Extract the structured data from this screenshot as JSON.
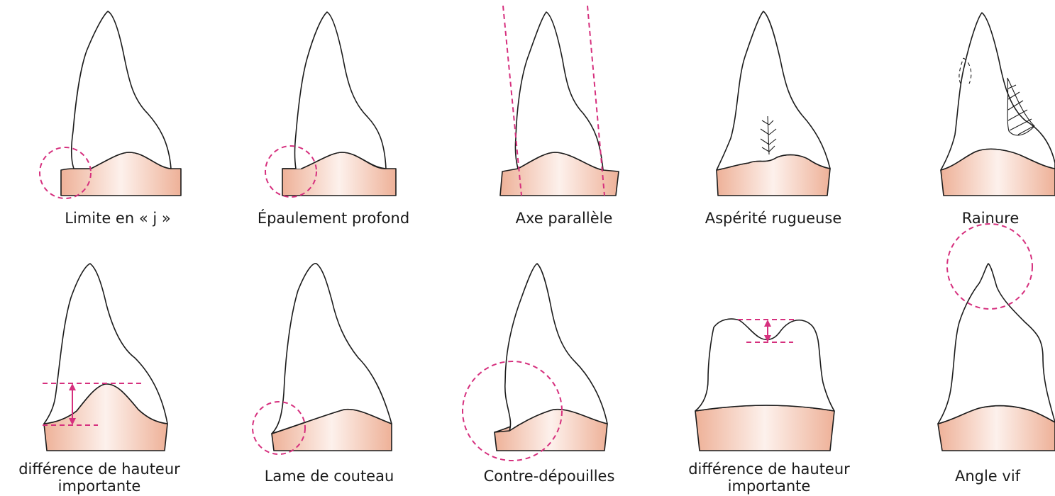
{
  "colors": {
    "marker": "#d6307e",
    "gum_light": "#fdf1ec",
    "gum_dark": "#eeb198",
    "outline": "#1c1c1c"
  },
  "row1": [
    {
      "id": "limite-j",
      "label": "Limite en « j »"
    },
    {
      "id": "epaulement-profond",
      "label": "Épaulement profond"
    },
    {
      "id": "axe-parallele",
      "label": "Axe parallèle"
    },
    {
      "id": "asperite-rugueuse",
      "label": "Aspérité rugueuse"
    },
    {
      "id": "rainure",
      "label": "Rainure"
    }
  ],
  "row2": [
    {
      "id": "difference-hauteur-1",
      "label_line1": "différence de hauteur",
      "label_line2": "importante"
    },
    {
      "id": "lame-de-couteau",
      "label": "Lame de couteau"
    },
    {
      "id": "contre-depouilles",
      "label": "Contre-dépouilles"
    },
    {
      "id": "difference-hauteur-2",
      "label_line1": "différence de hauteur",
      "label_line2": "importante"
    },
    {
      "id": "angle-vif",
      "label": "Angle vif"
    }
  ]
}
